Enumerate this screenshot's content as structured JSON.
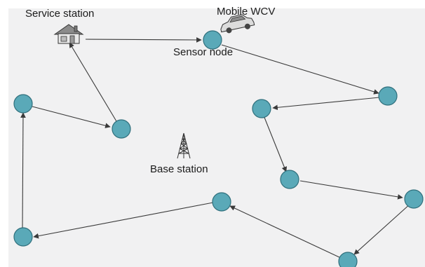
{
  "labels": {
    "service_station": "Service station",
    "mobile_wcv": "Mobile WCV",
    "sensor_node": "Sensor node",
    "base_station": "Base station"
  },
  "colors": {
    "background": "#f1f1f2",
    "node_fill": "#5aa9b8",
    "node_stroke": "#2f6f7c",
    "edge": "#3a3a3a"
  },
  "icons": {
    "service_station": "house-icon",
    "mobile_wcv": "car-icon",
    "base_station": "tower-icon"
  }
}
